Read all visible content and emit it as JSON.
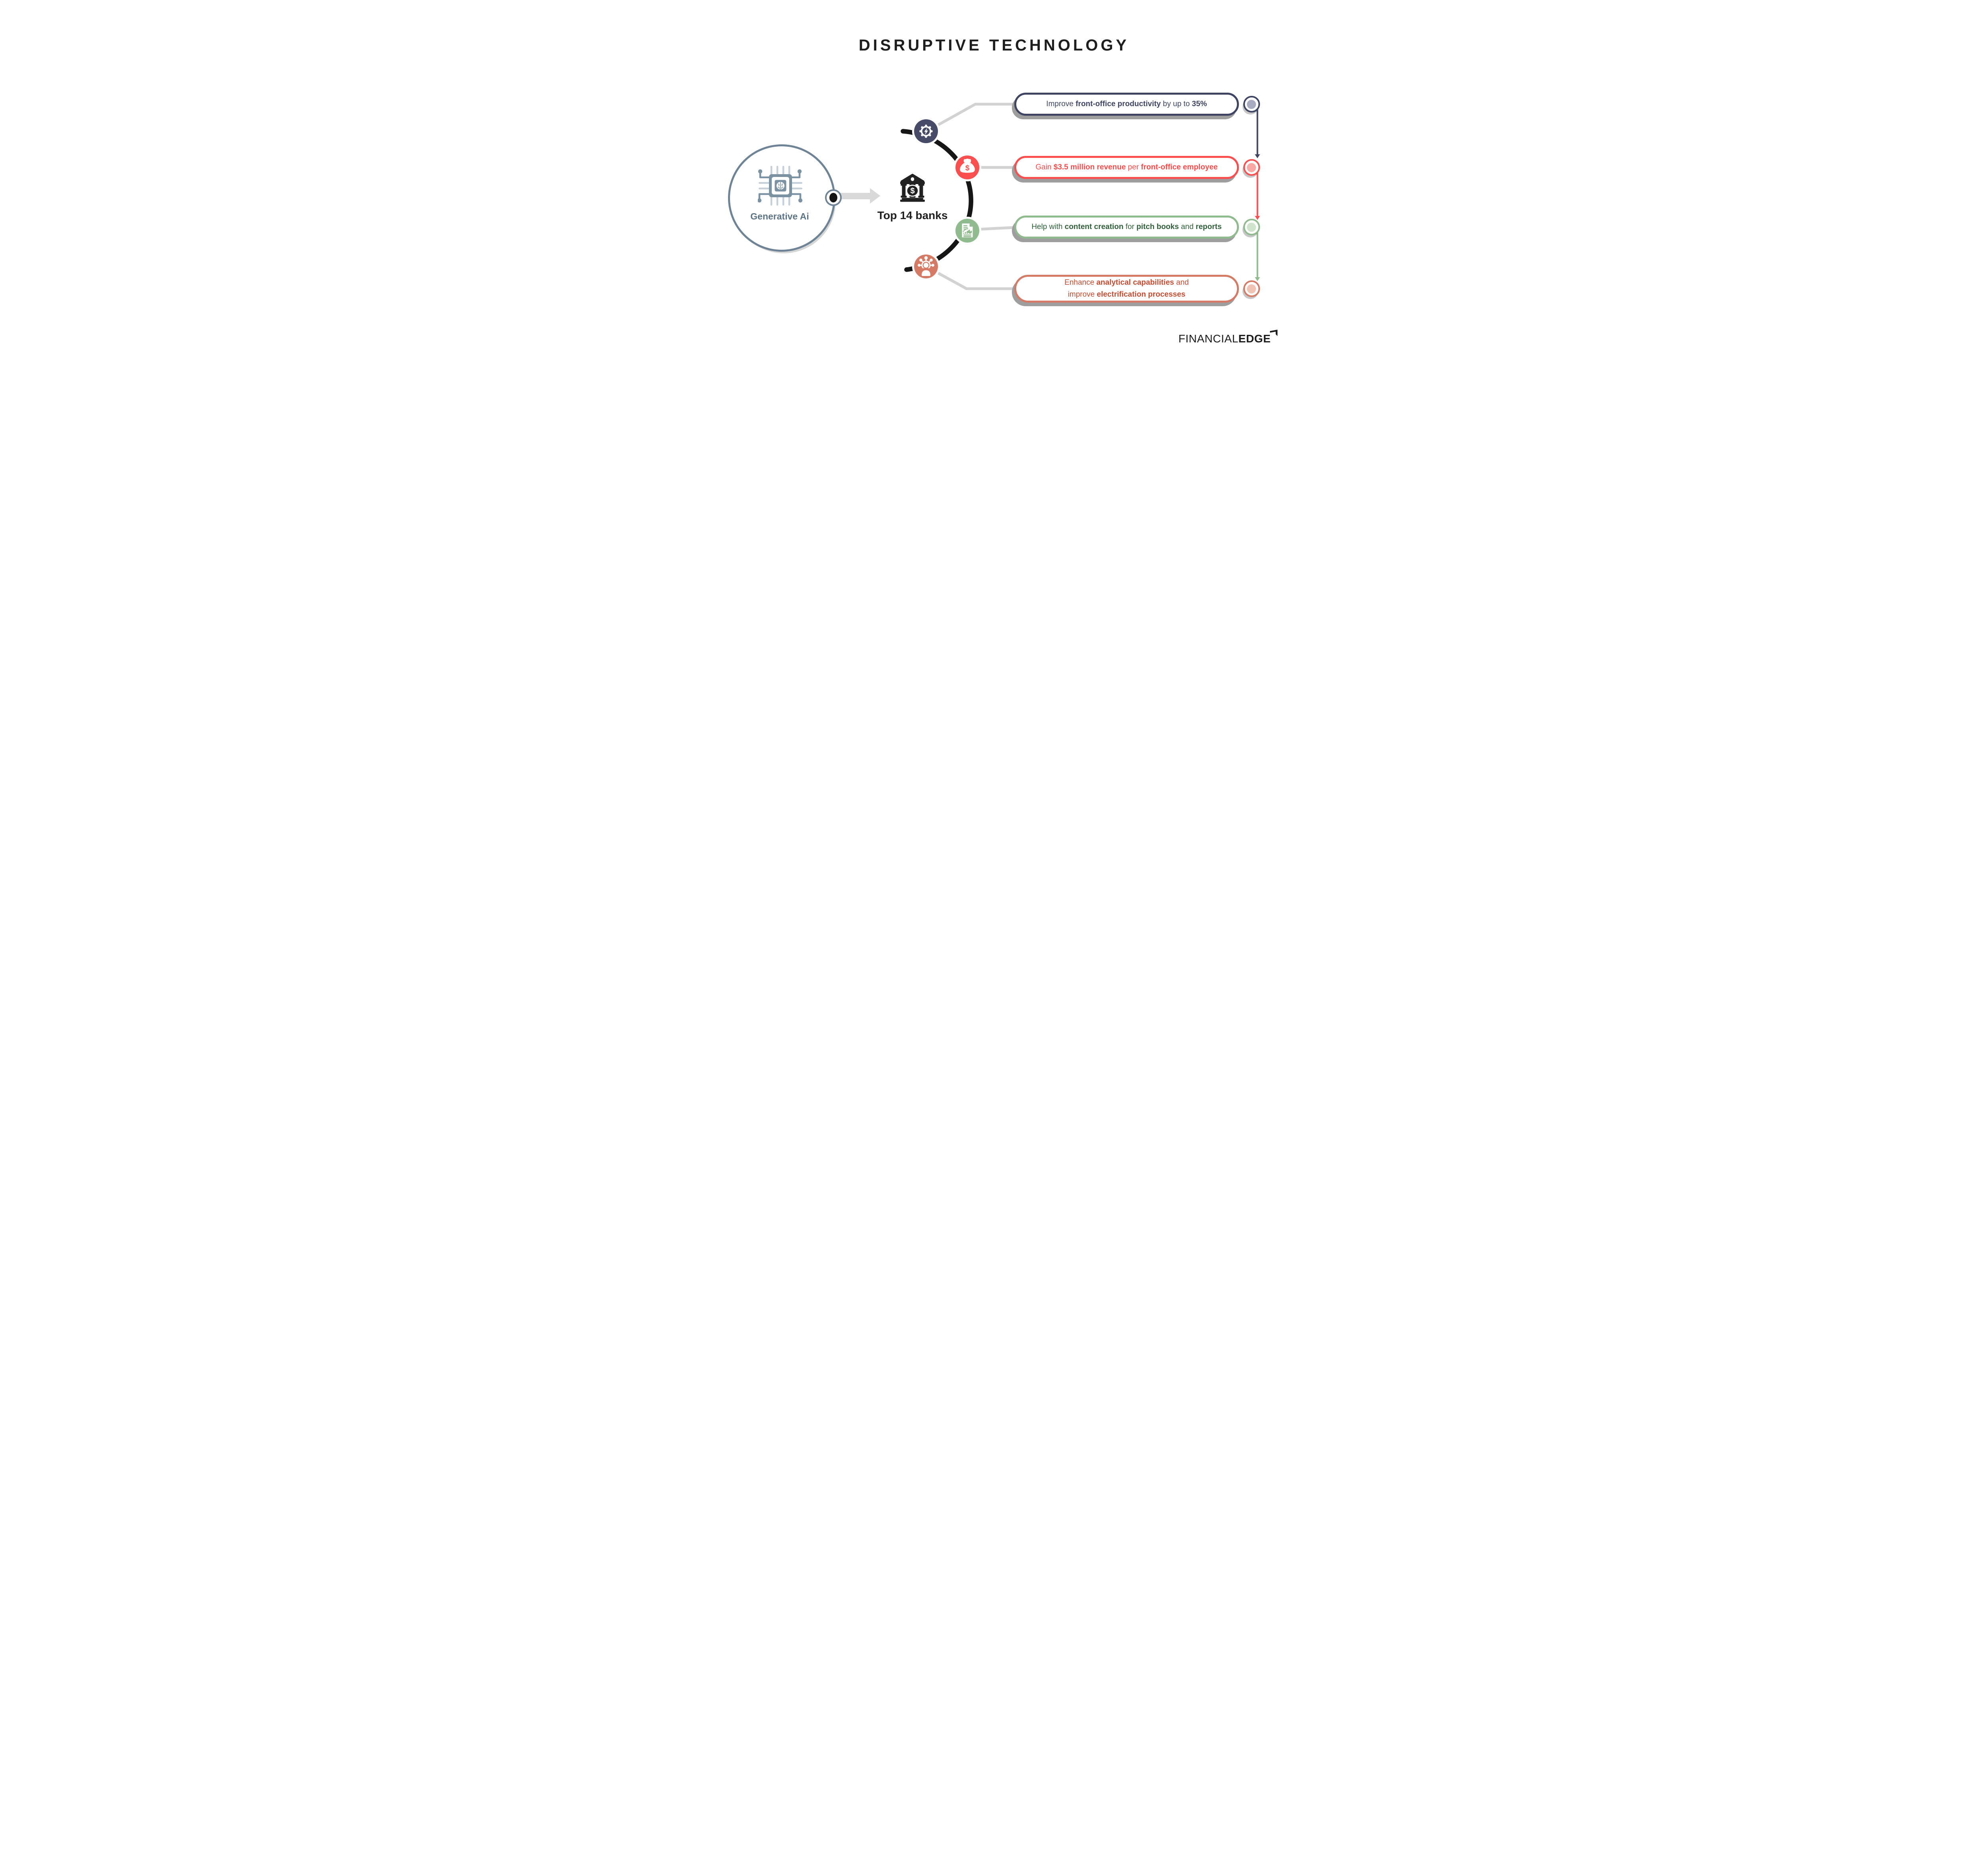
{
  "title": "DISRUPTIVE TECHNOLOGY",
  "colors": {
    "ink": "#1E1E1E",
    "navy": "#3F4462",
    "navy_circle": "#474B68",
    "red": "#FB4F4F",
    "red_text": "#FB4B4B",
    "green": "#90BB8E",
    "green_text": "#2F603A",
    "salmon": "#D57B65",
    "salmon_text": "#C44C31",
    "slate": "#6E8496",
    "slate_text": "#5D7486",
    "arc": "#161616",
    "wire": "#D2D2D2",
    "arrow": "#D9D9D9",
    "shadow": "#9E9E9E"
  },
  "hub": {
    "label": "Generative Ai",
    "icon": "ai-chip-brain-icon"
  },
  "bank": {
    "label": "Top 14 banks",
    "icon": "bank-icon"
  },
  "pills": [
    {
      "id": "front-office-productivity",
      "icon": "gear-lightning-icon",
      "border_color": "#3F4462",
      "text_color": "#3F4462",
      "ring_color": "#3F4462",
      "ring_fill": "#A9ABC1",
      "lines": [
        [
          {
            "t": "Improve ",
            "b": 0
          },
          {
            "t": "front-office productivity",
            "b": 1
          },
          {
            "t": " by up to ",
            "b": 0
          },
          {
            "t": "35%",
            "b": 1
          }
        ]
      ]
    },
    {
      "id": "revenue-per-employee",
      "icon": "money-bag-icon",
      "border_color": "#FB4F4F",
      "text_color": "#FB4B4B",
      "ring_color": "#FB4F4F",
      "ring_fill": "#F9A8A3",
      "lines": [
        [
          {
            "t": "Gain ",
            "b": 0
          },
          {
            "t": "$3.5 million revenue",
            "b": 1
          },
          {
            "t": " per ",
            "b": 0
          },
          {
            "t": "front-office employee",
            "b": 1
          }
        ]
      ]
    },
    {
      "id": "content-creation",
      "icon": "report-document-icon",
      "border_color": "#90BB8E",
      "text_color": "#2F603A",
      "ring_color": "#90BB8E",
      "ring_fill": "#CFE3CD",
      "lines": [
        [
          {
            "t": "Help with ",
            "b": 0
          },
          {
            "t": "content creation",
            "b": 1
          },
          {
            "t": " for ",
            "b": 0
          },
          {
            "t": "pitch books",
            "b": 1
          },
          {
            "t": " and ",
            "b": 0
          },
          {
            "t": "reports",
            "b": 1
          }
        ]
      ]
    },
    {
      "id": "analytical-capabilities",
      "icon": "person-network-icon",
      "border_color": "#D57B65",
      "text_color": "#C44C31",
      "ring_color": "#D57B65",
      "ring_fill": "#F0C3B4",
      "lines": [
        [
          {
            "t": "Enhance ",
            "b": 0
          },
          {
            "t": "analytical capabilities",
            "b": 1
          },
          {
            "t": " and",
            "b": 0
          }
        ],
        [
          {
            "t": "improve ",
            "b": 0
          },
          {
            "t": "electrification processes",
            "b": 1
          }
        ]
      ]
    }
  ],
  "logo": {
    "thin": "FINANCIAL",
    "bold": "EDGE",
    "mark": "corner-flag-icon"
  }
}
